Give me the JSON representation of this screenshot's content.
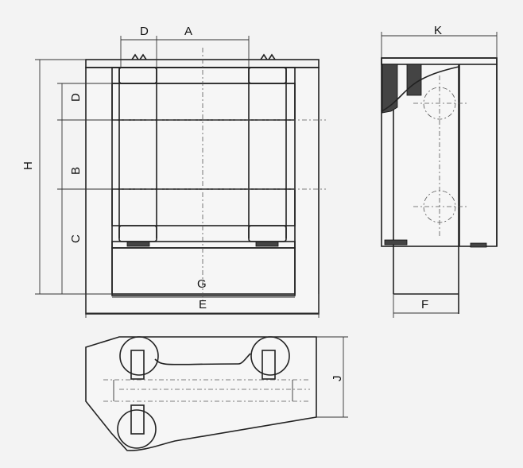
{
  "labels": {
    "a": "A",
    "b": "B",
    "c": "C",
    "d_top": "D",
    "d_side": "D",
    "e": "E",
    "f": "F",
    "g": "G",
    "h": "H",
    "j": "J",
    "k": "K"
  }
}
